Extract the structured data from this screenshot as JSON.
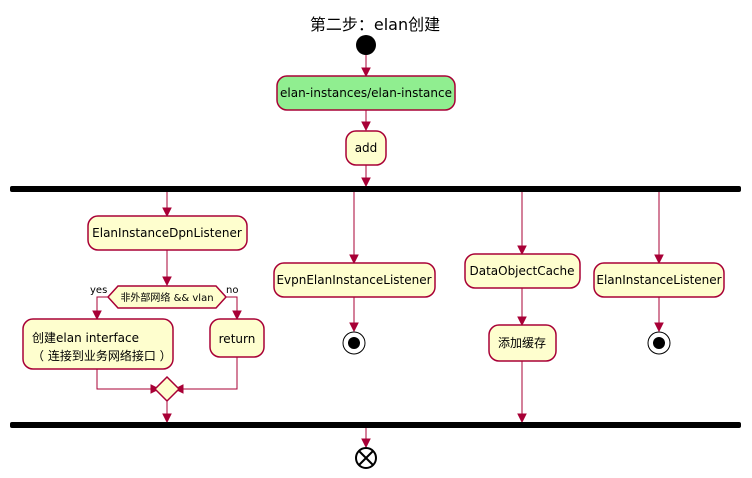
{
  "title": "第二步：elan创建",
  "nodes": {
    "top_activity": "elan-instances/elan-instance",
    "add": "add",
    "dpn_listener": "ElanInstanceDpnListener",
    "condition": "非外部网络 && vlan",
    "yes": "yes",
    "no": "no",
    "create_line1": "创建elan interface",
    "create_line2": "（ 连接到业务网络接口 ）",
    "return": "return",
    "evpn_listener": "EvpnElanInstanceListener",
    "data_cache": "DataObjectCache",
    "add_cache": "添加缓存",
    "elan_listener": "ElanInstanceListener"
  },
  "colors": {
    "border": "#A80036",
    "activity_fill": "#FEFECE",
    "start_activity_fill": "#90EE90",
    "bar": "#000000"
  }
}
